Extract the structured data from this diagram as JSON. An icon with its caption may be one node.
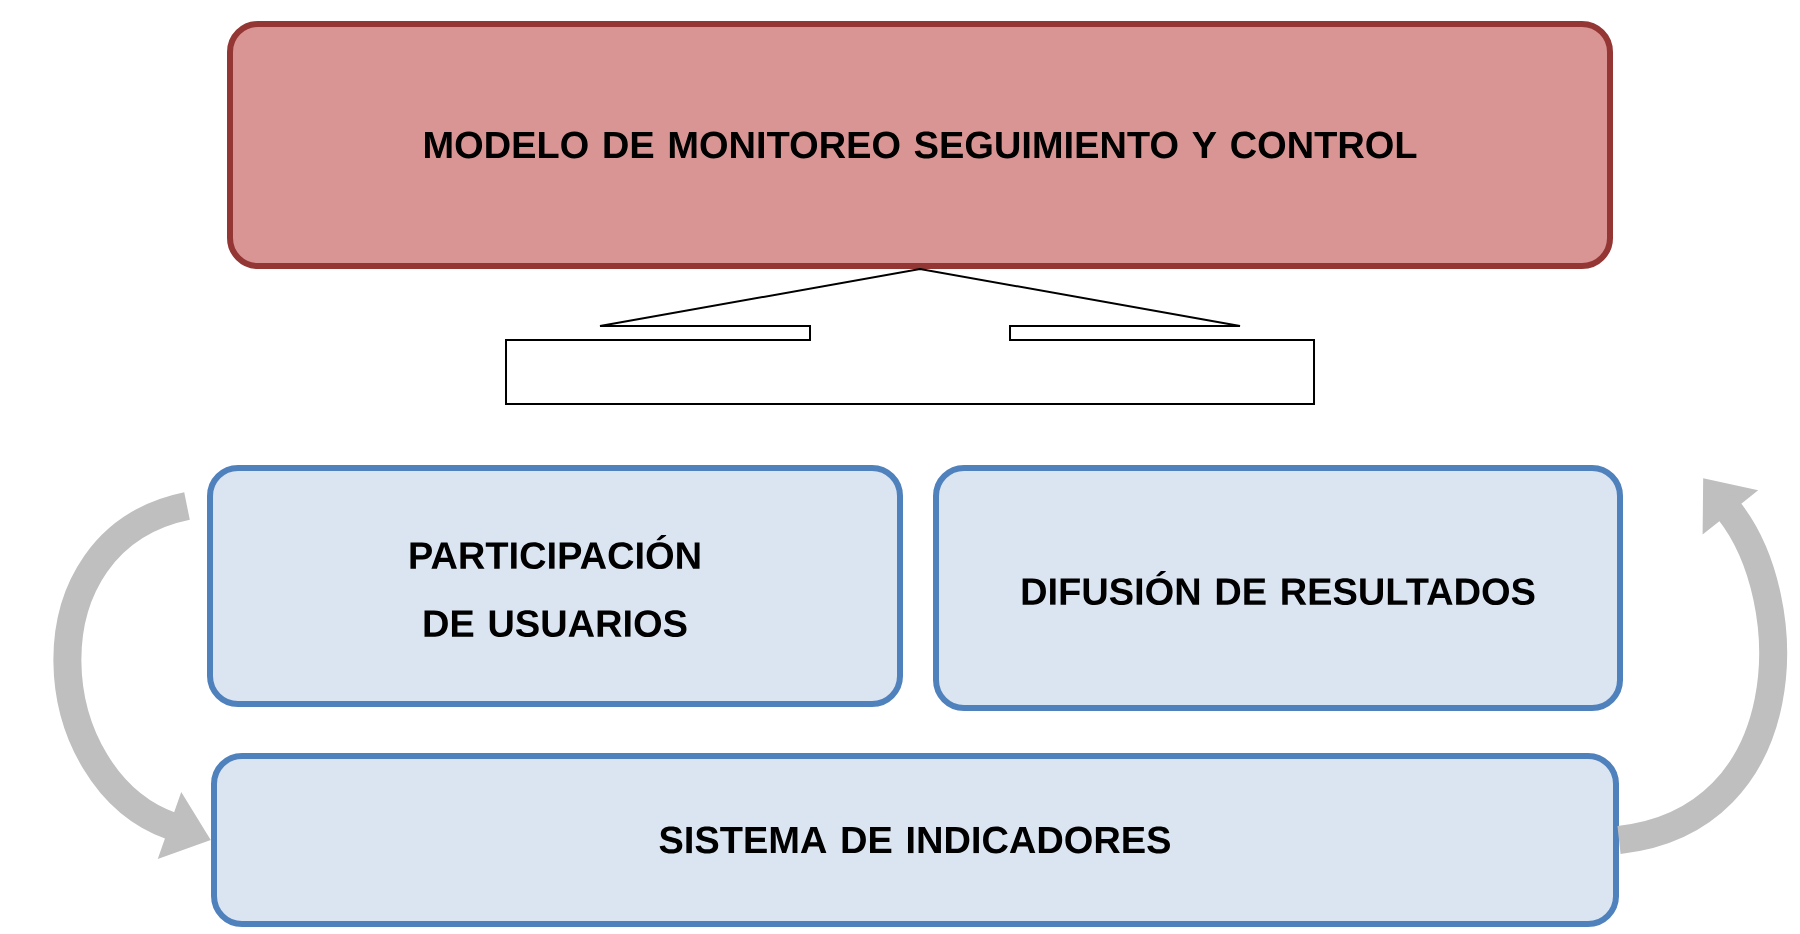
{
  "diagram": {
    "nodes": [
      {
        "text": [
          "MODELO DE MONITOREO SEGUIMIENTO Y CONTROL"
        ]
      },
      {
        "text": [
          "PARTICIPACIÓN DE USUARIOS"
        ]
      },
      {
        "text": [
          "DIFUSIÓN DE RESULTADOS"
        ]
      },
      {
        "text": [
          "SISTEMA DE INDICADORES"
        ]
      }
    ],
    "edges": [
      {
        "from": null,
        "to": 0,
        "arrow": "to"
      },
      {
        "from": 1,
        "to": 3,
        "arrow": "to"
      },
      {
        "from": 3,
        "to": 2,
        "arrow": "to"
      }
    ]
  }
}
